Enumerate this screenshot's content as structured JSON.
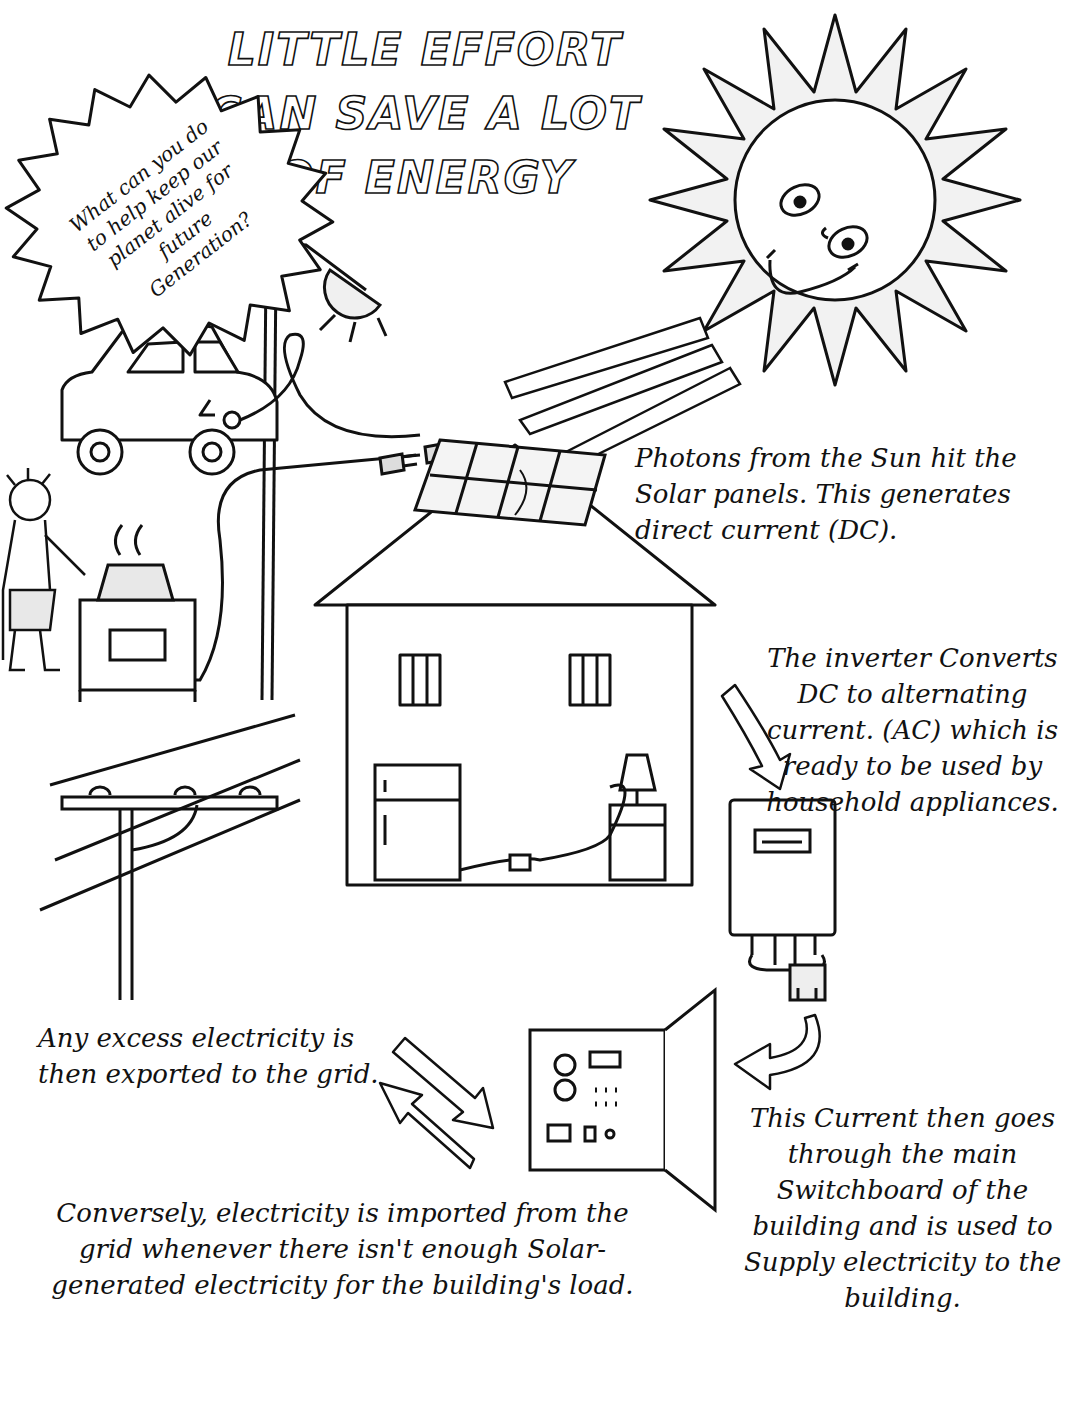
{
  "diagram": {
    "title": "LITTLE EFFORT CAN SAVE A LOT OF ENERGY",
    "nodes": [
      {
        "text": [
          "What can you do to help keep our planet alive for future Generation?"
        ]
      }
    ],
    "labels": [
      "Photons from the Sun hit the Solar panels. This generates direct current (DC).",
      "The inverter Converts DC to alternating current. (AC) which is ready to be used by household appliances.",
      "Any excess electricity is then exported to the grid.",
      "Conversely, electricity is imported from the grid whenever there isn't enough Solar-generated electricity for the building's load.",
      "This Current then goes through the main Switchboard of the building and is used to Supply electricity to the building."
    ]
  }
}
